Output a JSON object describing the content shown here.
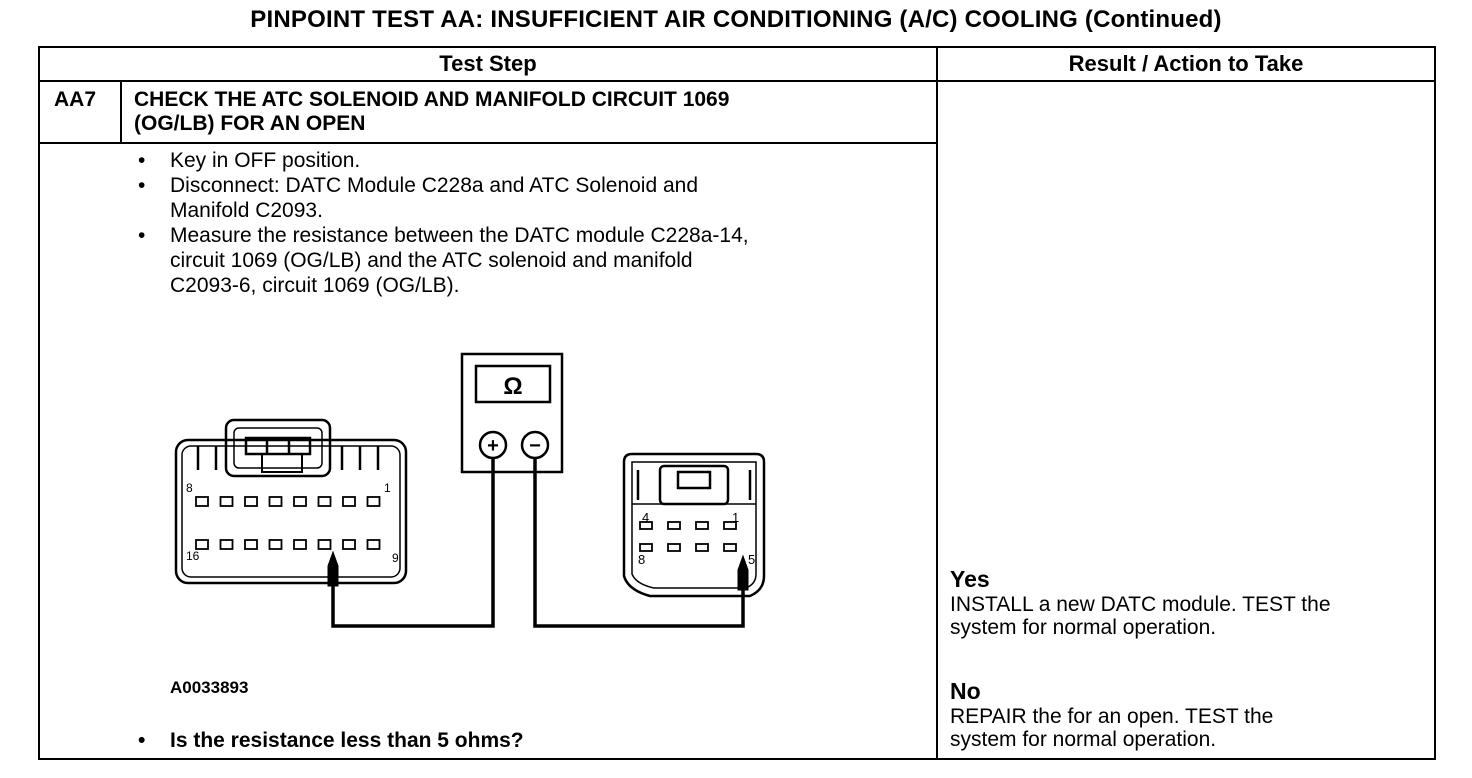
{
  "title": "PINPOINT TEST  AA: INSUFFICIENT AIR CONDITIONING (A/C) COOLING (Continued)",
  "table": {
    "col_test_step": "Test Step",
    "col_result": "Result / Action to Take"
  },
  "step": {
    "id": "AA7",
    "title_line1": "CHECK THE ATC SOLENOID AND MANIFOLD CIRCUIT 1069",
    "title_line2": "(OG/LB) FOR AN OPEN",
    "bullets": [
      [
        "Key in OFF position."
      ],
      [
        "Disconnect: DATC Module C228a and ATC Solenoid and",
        "Manifold C2093."
      ],
      [
        "Measure the resistance between the DATC module C228a-14,",
        "circuit 1069 (OG/LB) and the ATC solenoid and manifold",
        "C2093-6, circuit 1069 (OG/LB)."
      ]
    ],
    "figure_id": "A0033893",
    "question": "Is the resistance less than 5 ohms?"
  },
  "diagram": {
    "meter_symbol": "Ω",
    "meter_plus": "+",
    "meter_minus": "−",
    "left_connector": {
      "pin_top_left": "8",
      "pin_top_right": "1",
      "pin_bottom_left": "16",
      "pin_bottom_right": "9"
    },
    "right_connector": {
      "pin_top_left": "4",
      "pin_top_right": "1",
      "pin_bottom_left": "8",
      "pin_bottom_right": "5"
    }
  },
  "results": {
    "yes_label": "Yes",
    "yes_line1": "INSTALL a new DATC module. TEST the",
    "yes_line2": "system for normal operation.",
    "no_label": "No",
    "no_line1": "REPAIR the for an open. TEST the",
    "no_line2": "system for normal operation."
  }
}
